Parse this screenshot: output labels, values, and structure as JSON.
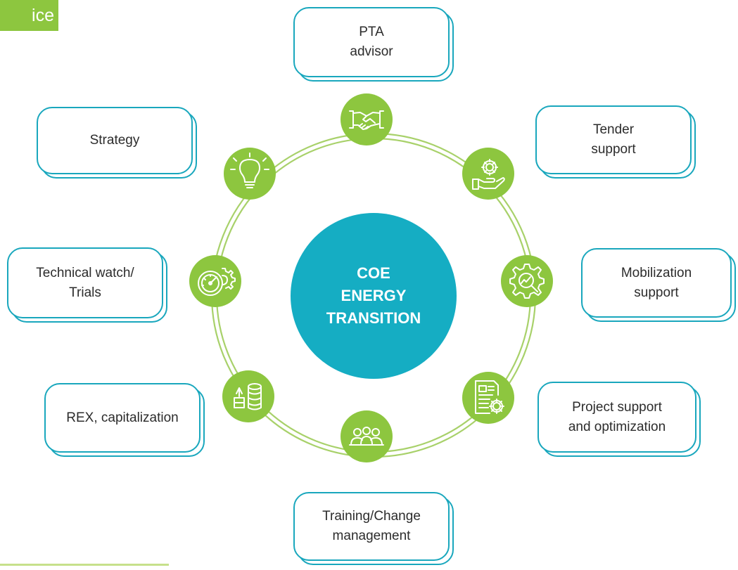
{
  "corner_tag": "ice",
  "center": {
    "lines": [
      "COE",
      "ENERGY",
      "TRANSITION"
    ]
  },
  "colors": {
    "accent_green": "#8dc63f",
    "ring_green": "#a8d16a",
    "teal": "#15adc3",
    "box_border": "#19a7bd"
  },
  "nodes": [
    {
      "id": "pta",
      "icon": "handshake-icon",
      "box_lines": [
        "PTA",
        "advisor"
      ]
    },
    {
      "id": "tender",
      "icon": "gear-in-hand-icon",
      "box_lines": [
        "Tender",
        "support"
      ]
    },
    {
      "id": "mobilization",
      "icon": "gear-analytics-icon",
      "box_lines": [
        "Mobilization",
        "support"
      ]
    },
    {
      "id": "project",
      "icon": "document-gear-icon",
      "box_lines": [
        "Project support",
        "and optimization"
      ]
    },
    {
      "id": "training",
      "icon": "team-icon",
      "box_lines": [
        "Training/Change",
        "management"
      ]
    },
    {
      "id": "rex",
      "icon": "coins-growth-icon",
      "box_lines": [
        "REX, capitalization"
      ]
    },
    {
      "id": "techwatch",
      "icon": "gauge-gear-icon",
      "box_lines": [
        "Technical watch/",
        "Trials"
      ]
    },
    {
      "id": "strategy",
      "icon": "lightbulb-icon",
      "box_lines": [
        "Strategy"
      ]
    }
  ]
}
